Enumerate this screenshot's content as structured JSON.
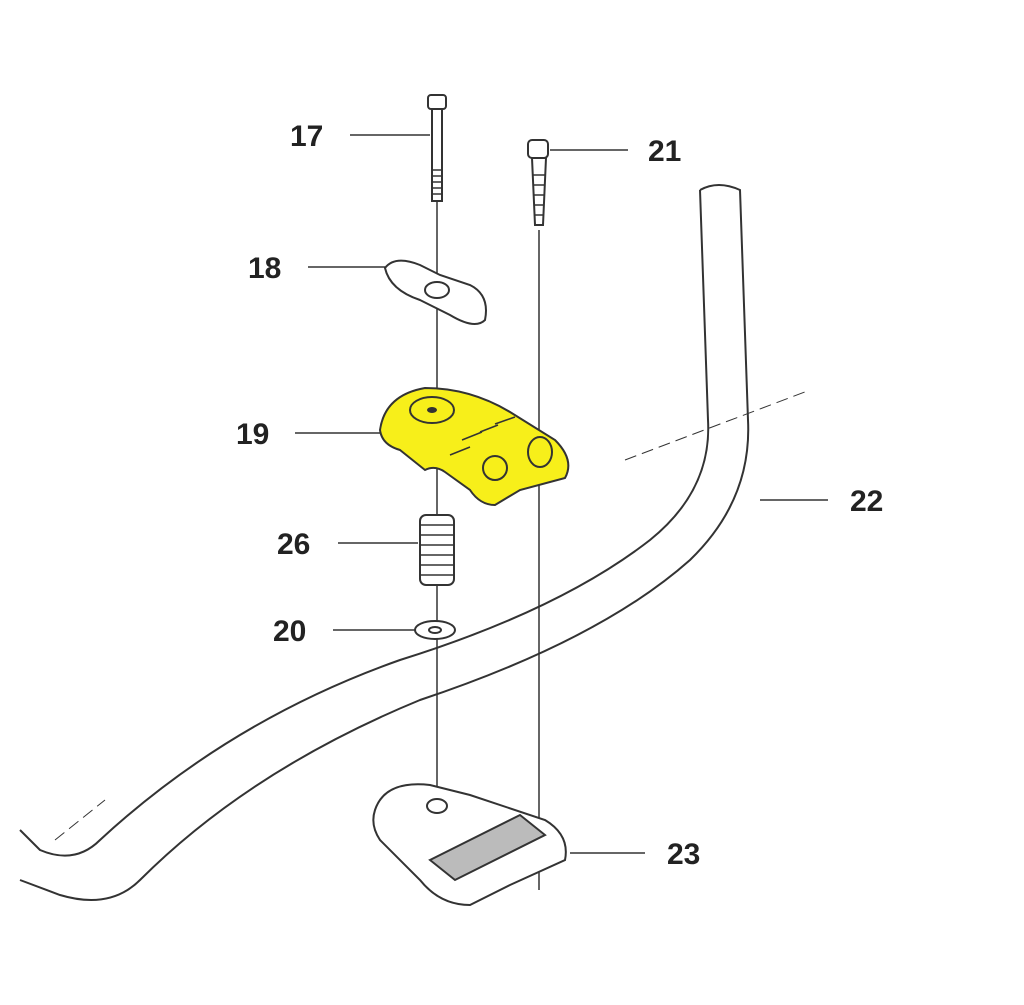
{
  "diagram": {
    "highlight_color": "#f7ef1a",
    "callouts": [
      {
        "id": "17",
        "label": "17"
      },
      {
        "id": "21",
        "label": "21"
      },
      {
        "id": "18",
        "label": "18"
      },
      {
        "id": "19",
        "label": "19"
      },
      {
        "id": "22",
        "label": "22"
      },
      {
        "id": "26",
        "label": "26"
      },
      {
        "id": "20",
        "label": "20"
      },
      {
        "id": "23",
        "label": "23"
      }
    ]
  }
}
